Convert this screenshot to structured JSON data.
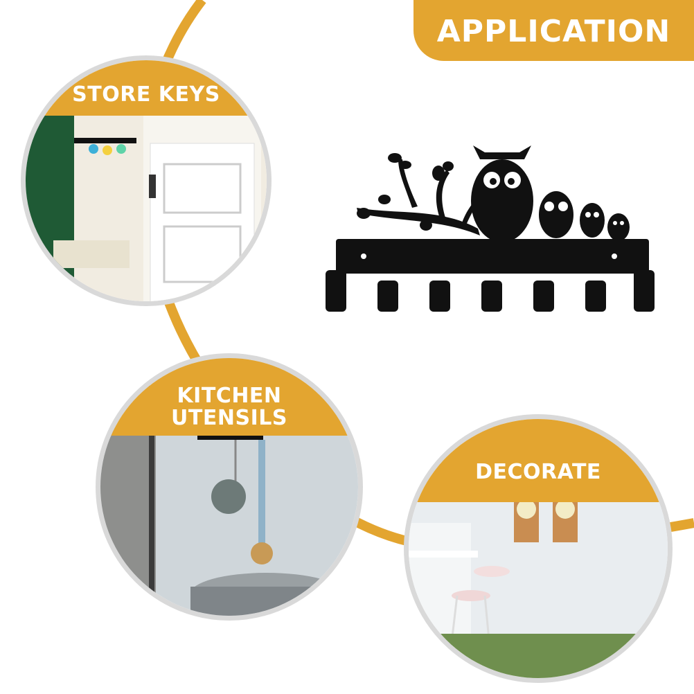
{
  "header": {
    "title": "APPLICATION"
  },
  "scenes": [
    {
      "label": "STORE KEYS"
    },
    {
      "label_line1": "KITCHEN",
      "label_line2": "UTENSILS"
    },
    {
      "label": "DECORATE"
    }
  ],
  "colors": {
    "accent": "#e3a530",
    "ring": "#d9d9d9",
    "product": "#111111"
  }
}
